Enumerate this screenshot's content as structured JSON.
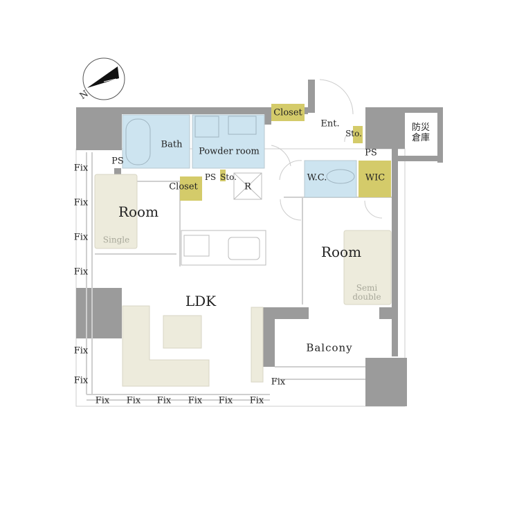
{
  "compass": {
    "north_label": "N"
  },
  "colors": {
    "wall": "#9b9b9b",
    "wet_area": "#cde4f0",
    "storage": "#d4cb6a",
    "furniture": "#edebdc",
    "line": "#c8c8c8"
  },
  "rooms": {
    "bath": "Bath",
    "powder_room": "Powder room",
    "closet_top": "Closet",
    "entrance": "Ent.",
    "storage_entrance": "Sto.",
    "disaster_storage": "防災\n倉庫",
    "ps_left": "PS",
    "ps_kitchen": "PS",
    "storage_kitchen": "Sto.",
    "refrigerator": "R",
    "ps_right": "PS",
    "closet_left": "Closet",
    "wc": "W.C.",
    "wic": "WIC",
    "room_left": "Room",
    "room_right": "Room",
    "ldk": "LDK",
    "balcony": "Balcony",
    "bed_single": "Single",
    "bed_semi_double": "Semi\ndouble"
  },
  "fix_left": [
    "Fix",
    "Fix",
    "Fix",
    "Fix",
    "Fix",
    "Fix"
  ],
  "fix_bottom": [
    "Fix",
    "Fix",
    "Fix",
    "Fix",
    "Fix",
    "Fix"
  ],
  "fix_balcony": "Fix"
}
